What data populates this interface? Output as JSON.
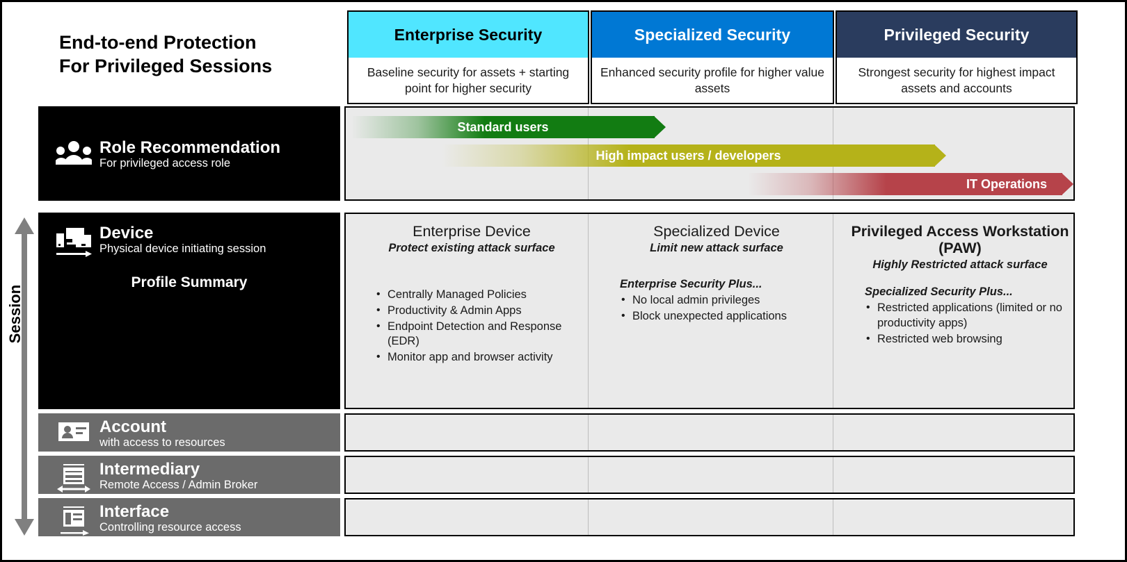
{
  "title": "End-to-end Protection\nFor Privileged Sessions",
  "axis": {
    "label": "Session"
  },
  "columns": [
    {
      "name": "Enterprise Security",
      "description": "Baseline security for assets + starting point for higher security",
      "chip_bg": "#50E6FF",
      "chip_fg": "#000000"
    },
    {
      "name": "Specialized Security",
      "description": "Enhanced security profile for higher value assets",
      "chip_bg": "#0078D4",
      "chip_fg": "#FFFFFF"
    },
    {
      "name": "Privileged Security",
      "description": "Strongest security for highest impact assets and accounts",
      "chip_bg": "#2A3C5E",
      "chip_fg": "#FFFFFF"
    }
  ],
  "rows": [
    {
      "id": "role",
      "icon": "people-icon",
      "title": "Role Recommendation",
      "subtitle": "For privileged access role",
      "bar_bg": "#000000"
    },
    {
      "id": "device",
      "icon": "devices-arrow-icon",
      "title": "Device",
      "subtitle": "Physical device initiating session",
      "bar_bg": "#000000",
      "profile_summary": "Profile Summary"
    },
    {
      "id": "account",
      "icon": "id-card-icon",
      "title": "Account",
      "subtitle": "with access to resources",
      "bar_bg": "#6B6B6B"
    },
    {
      "id": "intermediary",
      "icon": "broker-window-icon",
      "title": "Intermediary",
      "subtitle": "Remote Access / Admin Broker",
      "bar_bg": "#6B6B6B"
    },
    {
      "id": "interface",
      "icon": "interface-window-icon",
      "title": "Interface",
      "subtitle": "Controlling resource access",
      "bar_bg": "#6B6B6B"
    }
  ],
  "role_arrows": [
    {
      "label": "Standard users",
      "color": "#127C12",
      "start_pct": 0.0,
      "end_pct": 44.0
    },
    {
      "label": "High impact users / developers",
      "color": "#B5B219",
      "start_pct": 13.0,
      "end_pct": 82.0
    },
    {
      "label": "IT Operations",
      "color": "#B6434A",
      "start_pct": 55.0,
      "end_pct": 100.0
    }
  ],
  "device_profiles": [
    {
      "title": "Enterprise Device",
      "title_bold": false,
      "subtitle": "Protect existing attack surface",
      "plus_heading": "",
      "bullets": [
        "Centrally Managed Policies",
        "Productivity & Admin Apps",
        "Endpoint Detection and Response (EDR)",
        "Monitor app and browser activity"
      ]
    },
    {
      "title": "Specialized Device",
      "title_bold": false,
      "subtitle": "Limit new attack surface",
      "plus_heading": "Enterprise Security Plus...",
      "bullets": [
        "No local admin privileges",
        "Block unexpected applications"
      ]
    },
    {
      "title": "Privileged Access Workstation (PAW)",
      "title_bold": true,
      "subtitle": "Highly Restricted attack surface",
      "plus_heading": "Specialized Security Plus...",
      "bullets": [
        "Restricted applications (limited or no productivity apps)",
        "Restricted web browsing"
      ]
    }
  ]
}
